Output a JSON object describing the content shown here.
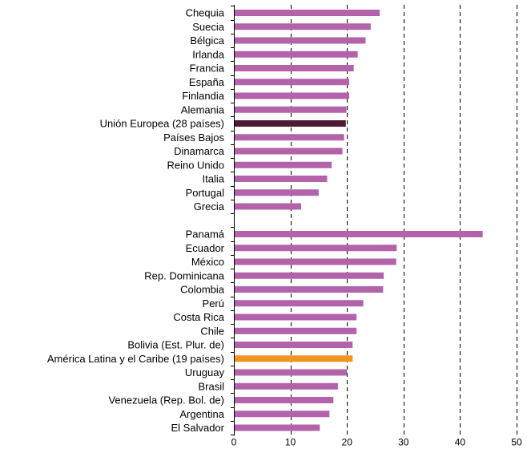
{
  "chart_data": {
    "type": "bar",
    "orientation": "horizontal",
    "xlim": [
      0,
      50
    ],
    "xticks": [
      0,
      10,
      20,
      30,
      40,
      50
    ],
    "grid": "vertical dashed",
    "colors": {
      "default": "#b263a9",
      "eu_aggregate": "#4e1a33",
      "lac_aggregate": "#f0951f"
    },
    "categories": [
      "Chequia",
      "Suecia",
      "Bélgica",
      "Irlanda",
      "Francia",
      "España",
      "Finlandia",
      "Alemania",
      "Unión Europea (28 países)",
      "Países Bajos",
      "Dinamarca",
      "Reino Unido",
      "Italia",
      "Portugal",
      "Grecia",
      "",
      "Panamá",
      "Ecuador",
      "México",
      "Rep. Dominicana",
      "Colombia",
      "Perú",
      "Costa Rica",
      "Chile",
      "Bolivia (Est. Plur. de)",
      "América Latina y el Caribe (19 países)",
      "Uruguay",
      "Brasil",
      "Venezuela (Rep. Bol. de)",
      "Argentina",
      "El Salvador"
    ],
    "values": [
      25.8,
      24.2,
      23.3,
      21.9,
      21.2,
      20.4,
      20.4,
      19.9,
      19.8,
      19.5,
      19.2,
      17.3,
      16.5,
      15.0,
      11.9,
      null,
      44.0,
      28.8,
      28.7,
      26.5,
      26.4,
      22.9,
      21.7,
      21.7,
      21.0,
      21.0,
      20.0,
      18.4,
      17.6,
      16.9,
      15.2
    ],
    "highlight": {
      "Unión Europea (28 países)": "eu_aggregate",
      "América Latina y el Caribe (19 países)": "lac_aggregate"
    }
  }
}
